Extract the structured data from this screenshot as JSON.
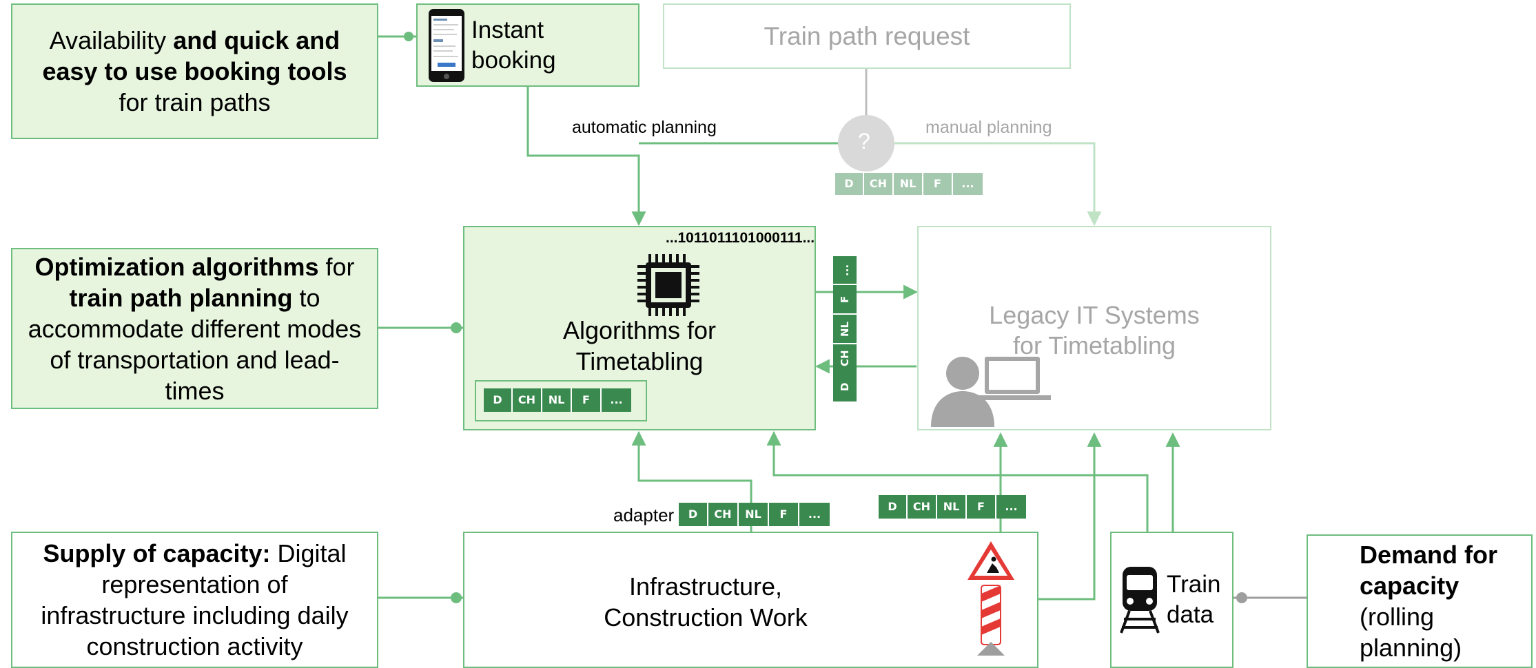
{
  "colors": {
    "accent_green": "#6dbd7e",
    "dark_green": "#3a8a4f",
    "pale_green": "#bfe3c4",
    "light_fill": "#e7f5de",
    "gray": "#bdbdbd",
    "text_gray": "#a6a6a6"
  },
  "icons": [
    "smartphone-icon",
    "cpu-chip-icon",
    "user-computer-icon",
    "construction-sign-icon",
    "train-icon",
    "question-circle-icon"
  ],
  "left_boxes": {
    "availability": {
      "part1": "Availability ",
      "bold": "and quick and easy to use booking tools",
      "part2": " for train paths"
    },
    "optimization": {
      "bold1": "Optimization algorithms",
      "part1": " for ",
      "bold2": "train path planning",
      "part2": " to accommodate different modes of transportation and lead-times"
    },
    "supply": {
      "bold": "Supply of capacity:",
      "part": " Digital representation of infrastructure including daily construction activity"
    }
  },
  "booking": {
    "line1": "Instant",
    "line2": "booking"
  },
  "train_path_request": "Train path request",
  "labels": {
    "automatic_planning": "automatic planning",
    "manual_planning": "manual planning",
    "adapter": "adapter",
    "question_mark": "?"
  },
  "binary_string": "...1011011101000111...",
  "algorithms": {
    "line1": "Algorithms for",
    "line2": "Timetabling"
  },
  "legacy": {
    "line1": "Legacy IT Systems",
    "line2": "for Timetabling"
  },
  "infrastructure": {
    "line1": "Infrastructure,",
    "line2": "Construction Work"
  },
  "train_data": {
    "line1": "Train",
    "line2": "data"
  },
  "demand": {
    "bold1": "Demand for",
    "bold2": "capacity",
    "line3": "(rolling",
    "line4": "planning)"
  },
  "country_tags": [
    "D",
    "CH",
    "NL",
    "F",
    "..."
  ],
  "vertical_tags": [
    "...",
    "F",
    "NL",
    "CH",
    "D"
  ]
}
